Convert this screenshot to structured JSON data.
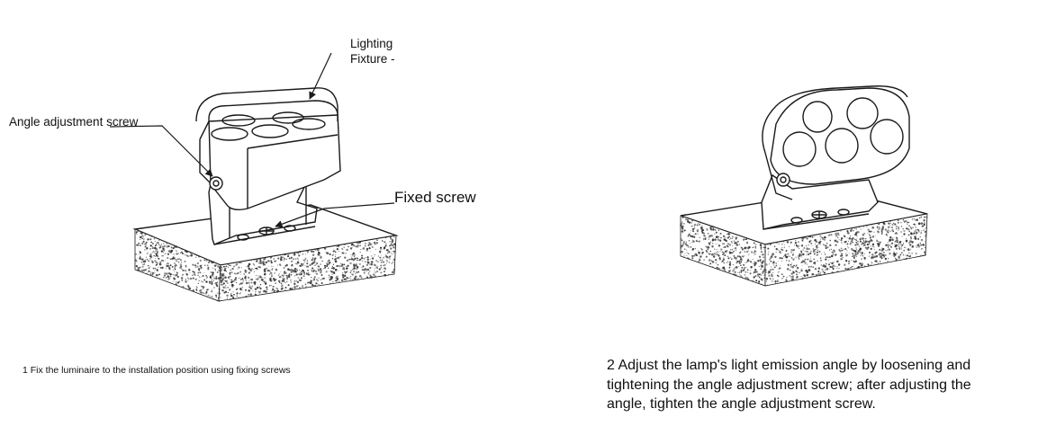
{
  "labels": {
    "lighting_fixture": "Lighting Fixture -",
    "angle_screw": "Angle adjustment screw",
    "fixed_screw": "Fixed screw"
  },
  "captions": {
    "step1": "1 Fix the luminaire to the installation position using fixing screws",
    "step2": "2 Adjust the lamp's light emission angle by loosening and tightening the angle adjustment screw; after adjusting the angle, tighten the angle adjustment screw."
  },
  "colors": {
    "line": "#1a1a1a",
    "leader": "#555555",
    "base_speckle": "#333333"
  }
}
